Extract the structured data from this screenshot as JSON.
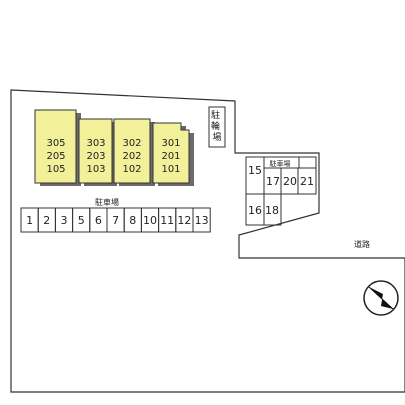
{
  "colors": {
    "building": "#f3f09a",
    "outline": "#333333",
    "shadow": "#6b6b6b",
    "ground": "#ffffff"
  },
  "buildings": [
    {
      "rooms": [
        "305",
        "205",
        "105"
      ]
    },
    {
      "rooms": [
        "303",
        "203",
        "103"
      ]
    },
    {
      "rooms": [
        "302",
        "202",
        "102"
      ]
    },
    {
      "rooms": [
        "301",
        "201",
        "101"
      ]
    }
  ],
  "bicycle_parking": {
    "label": "駐輪場"
  },
  "main_parking": {
    "label": "駐車場",
    "slots": [
      "1",
      "2",
      "3",
      "5",
      "6",
      "7",
      "8",
      "10",
      "11",
      "12",
      "13"
    ]
  },
  "side_parking": {
    "label": "駐車場",
    "top_left": "15",
    "top_right": [
      "17",
      "20",
      "21"
    ],
    "bottom": [
      "16",
      "18"
    ]
  },
  "road": {
    "label": "道路"
  },
  "compass": {
    "icon": "north-arrow-icon"
  }
}
